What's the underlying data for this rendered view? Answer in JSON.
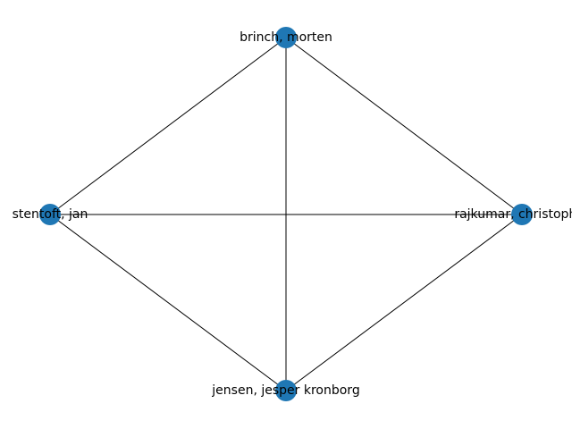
{
  "graph": {
    "node_color": "#1f77b4",
    "edge_color": "#000000",
    "nodes": [
      {
        "id": "brinch",
        "label": "brinch, morten"
      },
      {
        "id": "stentoft",
        "label": "stentoft, jan"
      },
      {
        "id": "rajkumar",
        "label": "rajkumar, christopher"
      },
      {
        "id": "jensen",
        "label": "jensen, jesper kronborg"
      }
    ],
    "edges": [
      [
        "brinch",
        "stentoft"
      ],
      [
        "brinch",
        "rajkumar"
      ],
      [
        "brinch",
        "jensen"
      ],
      [
        "stentoft",
        "rajkumar"
      ],
      [
        "stentoft",
        "jensen"
      ],
      [
        "rajkumar",
        "jensen"
      ]
    ]
  }
}
